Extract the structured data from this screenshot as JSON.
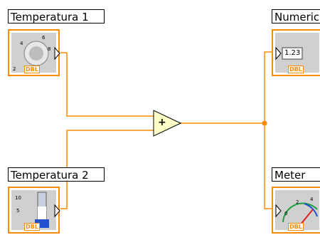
{
  "diagram": {
    "temp1": {
      "label": "Temperatura 1",
      "type": "DBL",
      "icon": "knob-icon"
    },
    "temp2": {
      "label": "Temperatura 2",
      "type": "DBL",
      "icon": "thermometer-icon"
    },
    "add": {
      "symbol": "+",
      "icon": "add-function-icon"
    },
    "numeric": {
      "label": "Numeric",
      "type": "DBL",
      "value": "1.23",
      "icon": "numeric-indicator-icon"
    },
    "meter": {
      "label": "Meter",
      "type": "DBL",
      "icon": "meter-gauge-icon"
    }
  },
  "colors": {
    "wire": "#ff8a00",
    "border": "#ff8a00",
    "add_fill": "#ffffc8"
  }
}
